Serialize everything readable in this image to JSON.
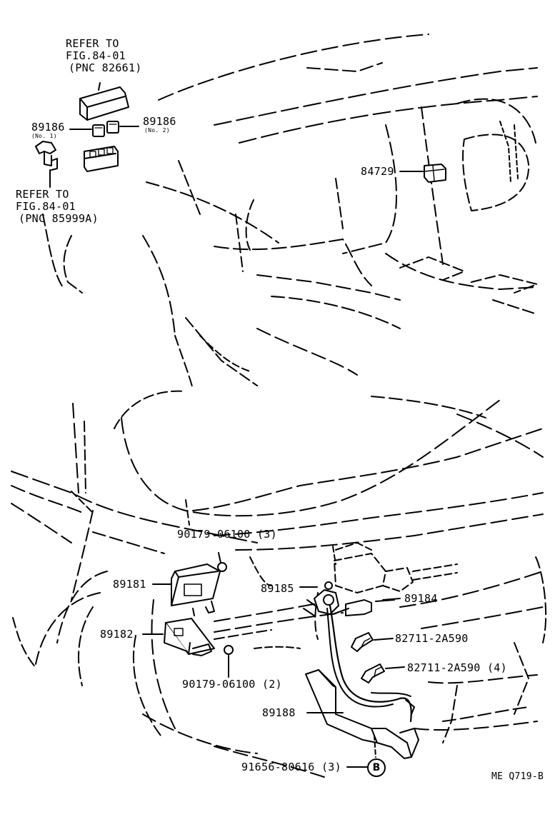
{
  "refer_top": {
    "line1": "REFER TO",
    "line2": "FIG.84-01",
    "line3": "(PNC 82661)"
  },
  "refer_left": {
    "line1": "REFER TO",
    "line2": "FIG.84-01",
    "line3": "(PNC 85999A)"
  },
  "parts": {
    "p89186_no1": "89186",
    "p89186_no1_sub": "(No. 1)",
    "p89186_no2": "89186",
    "p89186_no2_sub": "(No. 2)",
    "p84729": "84729",
    "p90179_top": "90179-06100 (3)",
    "p89181": "89181",
    "p89185": "89185",
    "p89184": "89184",
    "p89182": "89182",
    "p82711_a": "82711-2A590",
    "p82711_b": "82711-2A590 (4)",
    "p90179_bottom": "90179-06100 (2)",
    "p89188": "89188",
    "p91656": "91656-80616 (3)",
    "circle_b": "B"
  },
  "figure_code": "ME Q719-B"
}
